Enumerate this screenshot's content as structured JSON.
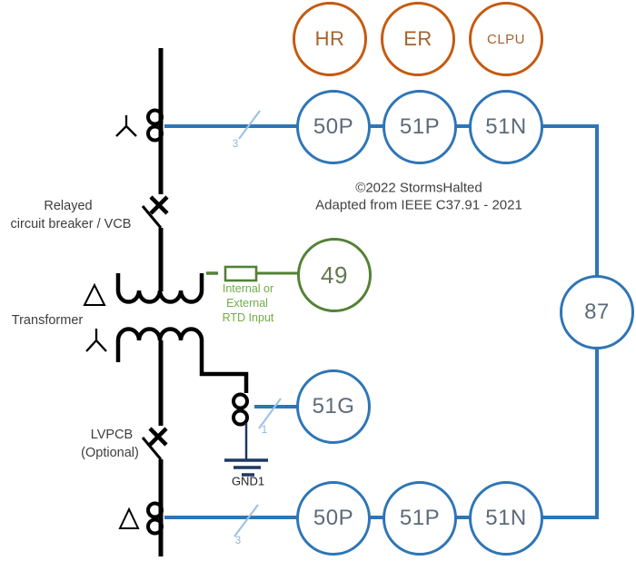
{
  "colors": {
    "wire_blue": "#2E75B6",
    "accent_orange": "#C55A11",
    "green_dark": "#538135",
    "green_light": "#70AD47",
    "ground_navy": "#1F3864",
    "slash_blue": "#9DC3E6",
    "bus_black": "#000000"
  },
  "relays": {
    "hr": "HR",
    "er": "ER",
    "clpu": "CLPU",
    "top_50p": "50P",
    "top_51p": "51P",
    "top_51n": "51N",
    "differential_87": "87",
    "thermal_49": "49",
    "ground_51g": "51G",
    "bottom_50p": "50P",
    "bottom_51p": "51P",
    "bottom_51n": "51N"
  },
  "labels": {
    "breaker_line1": "Relayed",
    "breaker_line2": "circuit breaker / VCB",
    "transformer": "Transformer",
    "lvpcb_line1": "LVPCB",
    "lvpcb_line2": "(Optional)",
    "rtd_line1": "Internal or",
    "rtd_line2": "External",
    "rtd_line3": "RTD Input",
    "ground_name": "GND1",
    "ct_count_top": "3",
    "ct_count_ground": "1",
    "ct_count_bottom": "3"
  },
  "credits": {
    "copyright": "©2022 StormsHalted",
    "source": "Adapted from IEEE C37.91 - 2021"
  }
}
